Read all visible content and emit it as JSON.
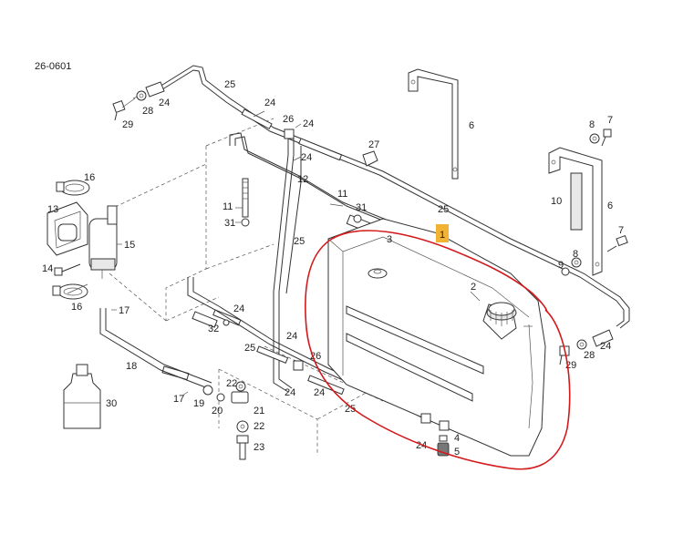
{
  "diagram": {
    "code": "26-0601",
    "callouts": {
      "c1": "1",
      "c2": "2",
      "c3": "3",
      "c4": "4",
      "c5": "5",
      "c6a": "6",
      "c6b": "6",
      "c7a": "7",
      "c7b": "7",
      "c8a": "8",
      "c8b": "8",
      "c9": "9",
      "c10": "10",
      "c11a": "11",
      "c11b": "11",
      "c12": "12",
      "c13": "13",
      "c14": "14",
      "c15": "15",
      "c16a": "16",
      "c16b": "16",
      "c17a": "17",
      "c17b": "17",
      "c18": "18",
      "c19": "19",
      "c20": "20",
      "c21": "21",
      "c22a": "22",
      "c22b": "22",
      "c23": "23",
      "c24a": "24",
      "c24b": "24",
      "c24c": "24",
      "c24d": "24",
      "c24e": "24",
      "c24f": "24",
      "c24g": "24",
      "c24h": "24",
      "c24i": "24",
      "c24j": "24",
      "c25a": "25",
      "c25b": "25",
      "c25c": "25",
      "c25d": "25",
      "c25e": "25",
      "c26a": "26",
      "c26b": "26",
      "c27": "27",
      "c28a": "28",
      "c28b": "28",
      "c29a": "29",
      "c29b": "29",
      "c30": "30",
      "c31a": "31",
      "c31b": "31",
      "c32": "32"
    },
    "highlight_color": "#f2b233",
    "annotation_color": "#d3191c"
  }
}
